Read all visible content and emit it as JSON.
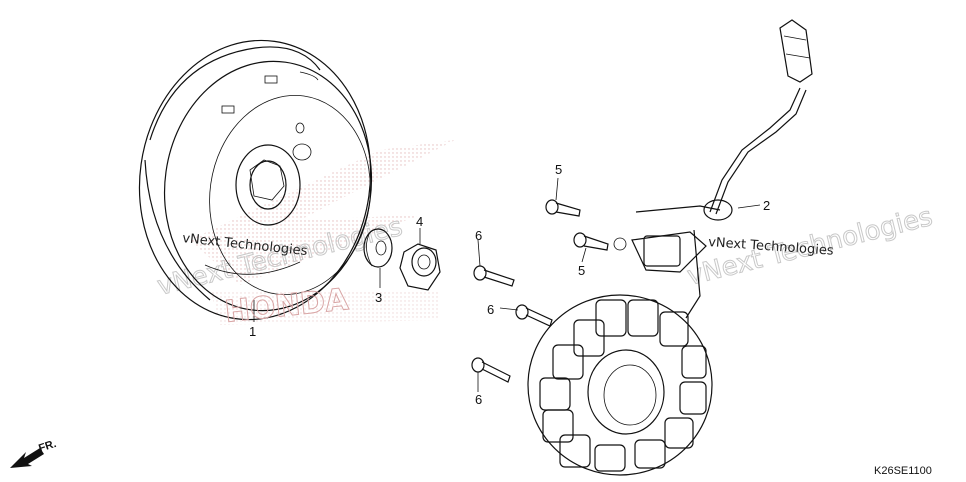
{
  "diagram": {
    "callouts": {
      "c1": "1",
      "c2": "2",
      "c3": "3",
      "c4": "4",
      "c5a": "5",
      "c5b": "5",
      "c6a": "6",
      "c6b": "6",
      "c6c": "6"
    },
    "watermark": {
      "left_small": "vNext Technologies",
      "right_small": "vNext Technologies",
      "left_big": "vNext Technologies",
      "right_big": "vNext Technologies"
    },
    "logo_text": "HONDA",
    "direction_label": "FR.",
    "diagram_code": "K26SE1100"
  }
}
